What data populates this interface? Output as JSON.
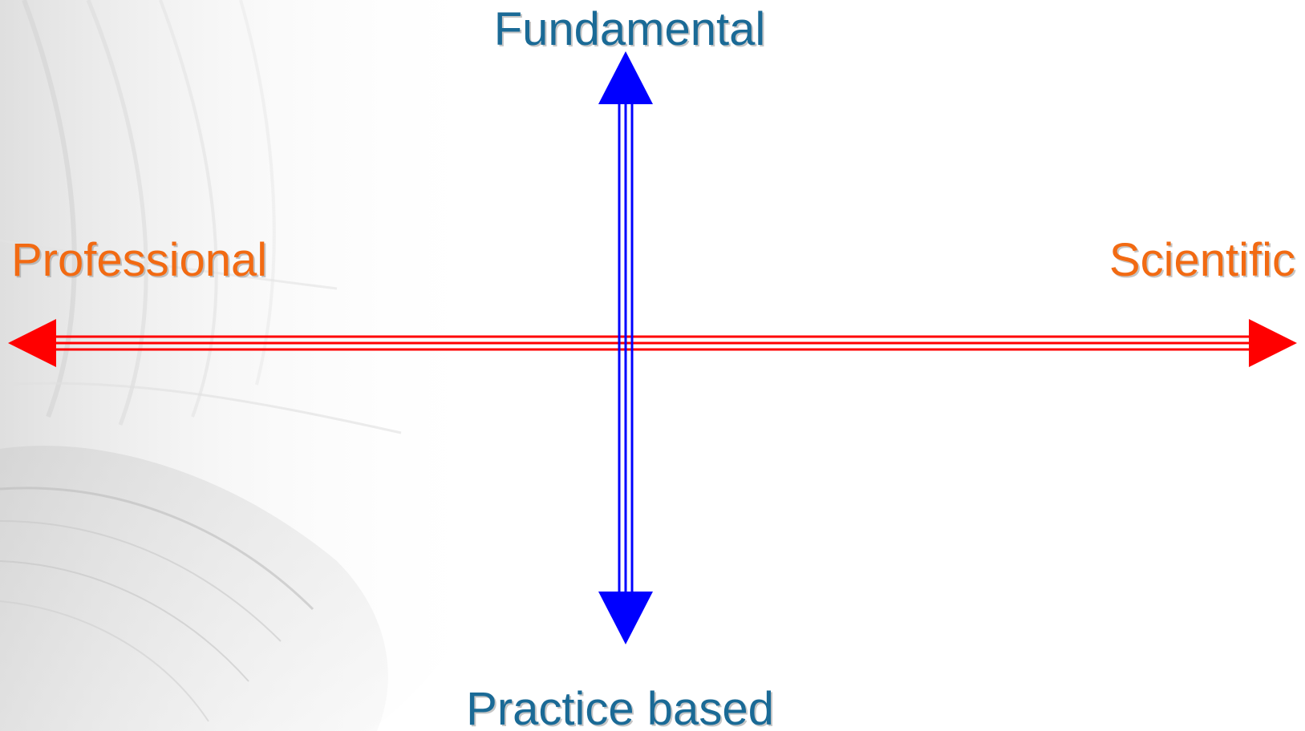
{
  "diagram": {
    "axes": {
      "vertical": {
        "top_label": "Fundamental",
        "bottom_label": "Practice based",
        "color": "#0000ff",
        "label_color": "#1a6a96"
      },
      "horizontal": {
        "left_label": "Professional",
        "right_label": "Scientific",
        "color": "#ff0000",
        "label_color": "#f26a12"
      }
    },
    "background": {
      "motif": "open-book-pages-icon",
      "base_color": "#ffffff"
    }
  }
}
